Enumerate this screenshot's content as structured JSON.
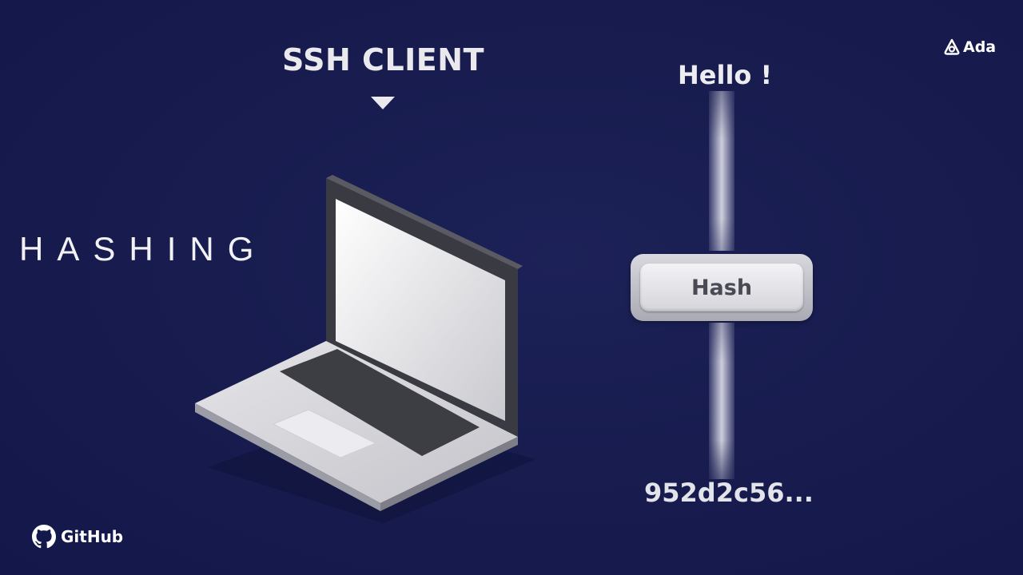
{
  "topic": {
    "title": "HASHING"
  },
  "diagram": {
    "client_label": "SSH CLIENT",
    "input_message": "Hello !",
    "process_label": "Hash",
    "output_value": "952d2c56..."
  },
  "branding": {
    "ada_label": "Ada",
    "github_label": "GitHub"
  },
  "colors": {
    "background": "#161a4c",
    "text": "#ececf1",
    "hash_box": "#e6e6ea",
    "laptop_body": "#d9d9de",
    "laptop_dark": "#3d3d44"
  },
  "icons": {
    "client_pointer": "triangle-down-icon",
    "client_device": "laptop-icon",
    "ada": "ada-logo-icon",
    "github": "github-octocat-icon"
  }
}
